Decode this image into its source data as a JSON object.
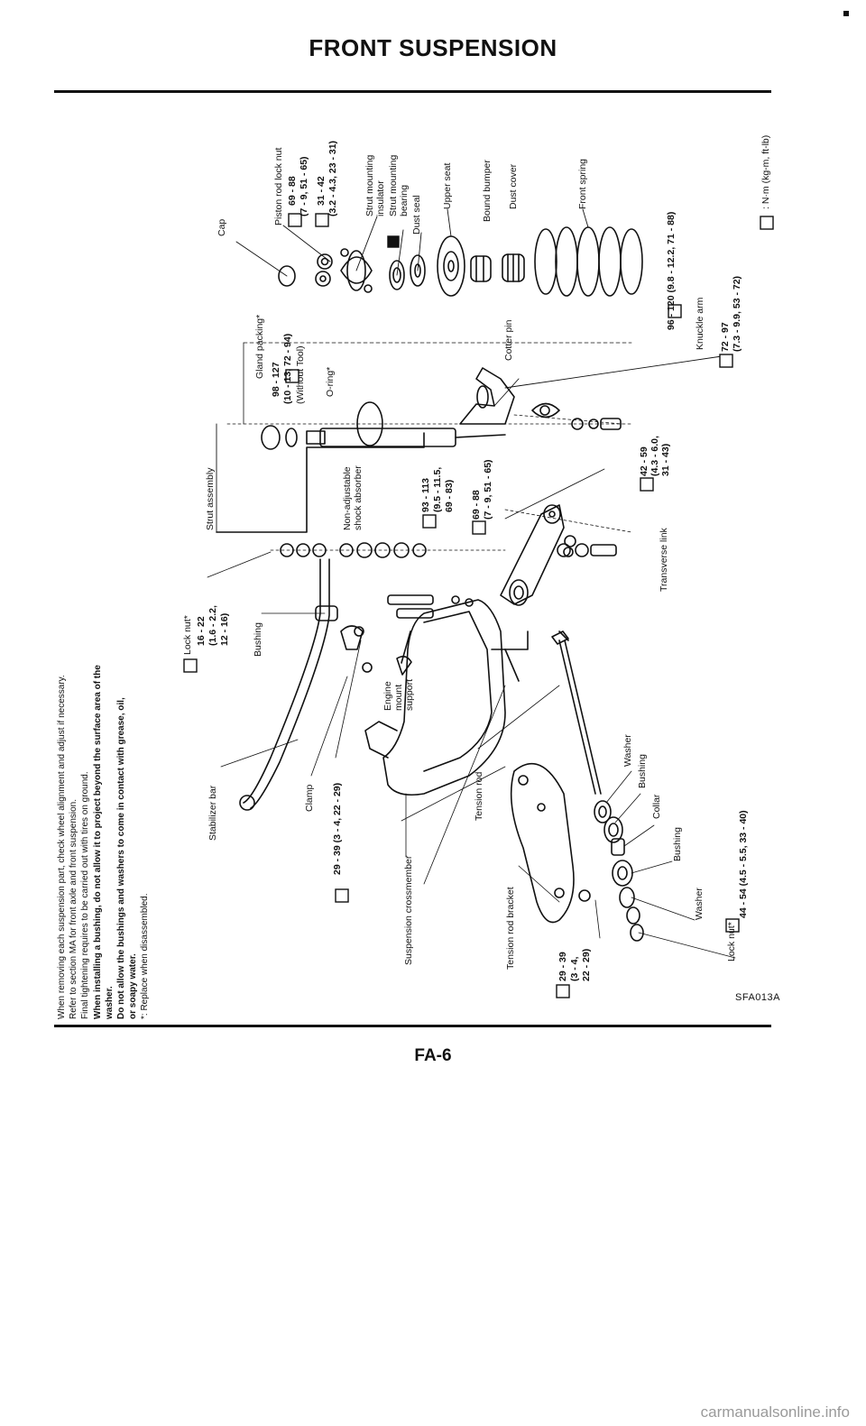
{
  "header": {
    "title": "FRONT SUSPENSION"
  },
  "notes": [
    "When removing each suspension part, check wheel alignment and adjust if necessary.",
    "Refer to section MA for front axle and front suspension.",
    "Final tightening requires to be carried out with tires on ground.",
    "When installing a bushing, do not allow it to project beyond the surface area of the",
    "washer.",
    "Do not allow the bushings and washers to come in contact with grease, oil,",
    "or soapy water.",
    "*: Replace when disassembled."
  ],
  "legend": {
    "unit_text": ": N·m (kg-m, ft-lb)"
  },
  "labels": {
    "cap": "Cap",
    "piston_rod_lock_nut": "Piston rod lock nut",
    "strut_mounting_insulator_1": "Strut mounting",
    "strut_mounting_insulator_2": "insulator",
    "strut_mounting_bearing_1": "Strut mounting",
    "strut_mounting_bearing_2": "bearing",
    "dust_seal": "Dust seal",
    "upper_seat": "Upper seat",
    "bound_bumper": "Bound bumper",
    "dust_cover": "Dust cover",
    "front_spring": "Front spring",
    "gland_packing": "Gland packing*",
    "without_tool": "(Without Tool)",
    "o_ring": "O-ring*",
    "cotter_pin": "Cotter pin",
    "knuckle_arm": "Knuckle arm",
    "strut_assembly": "Strut assembly",
    "shock_absorber_1": "Non-adjustable",
    "shock_absorber_2": "shock absorber",
    "transverse_link": "Transverse link",
    "lock_nut_stab": "Lock nut*",
    "bushing_stab": "Bushing",
    "stabilizer_bar": "Stabilizer bar",
    "clamp": "Clamp",
    "engine_mount_1": "Engine",
    "engine_mount_2": "mount",
    "engine_mount_3": "support",
    "tension_rod": "Tension rod",
    "washer_1": "Washer",
    "bushing_1": "Bushing",
    "collar": "Collar",
    "bushing_2": "Bushing",
    "washer_2": "Washer",
    "lock_nut_tr": "Lock nut*",
    "suspension_crossmember": "Suspension crossmember",
    "tension_rod_bracket": "Tension rod bracket"
  },
  "specs": {
    "piston_rod_1": "69 - 88",
    "piston_rod_2": "(7 - 9, 51 - 65)",
    "insulator_1": "31 - 42",
    "insulator_2": "(3.2 - 4.3, 23 - 31)",
    "gland_1": "98 - 127",
    "gland_2": "(10 - 13, 72 - 94)",
    "knuckle_top": "96 - 120 (9.8 - 12.2, 71 - 88)",
    "knuckle_1": "72 - 97",
    "knuckle_2": "(7.3 - 9.9, 53 - 72)",
    "balljoint_1": "42 - 59",
    "balljoint_2": "(4.3 - 6.0,",
    "balljoint_3": "31 - 43)",
    "link_a_1": "93 - 113",
    "link_a_2": "(9.5 - 11.5,",
    "link_a_3": "69 - 83)",
    "link_b_1": "69 - 88",
    "link_b_2": "(7 - 9, 51 - 65)",
    "stab_nut_1": "16 - 22",
    "stab_nut_2": "(1.6 - 2.2,",
    "stab_nut_3": "12 - 16)",
    "clamp_spec": "29 - 39 (3 - 4, 22 - 29)",
    "tr_nut": "44 - 54 (4.5 - 5.5, 33 - 40)",
    "bracket_1": "29 - 39",
    "bracket_2": "(3 - 4,",
    "bracket_3": "22 - 29)"
  },
  "figure_code": "SFA013A",
  "page_number": "FA-6",
  "watermark": "carmanualsonline.info"
}
